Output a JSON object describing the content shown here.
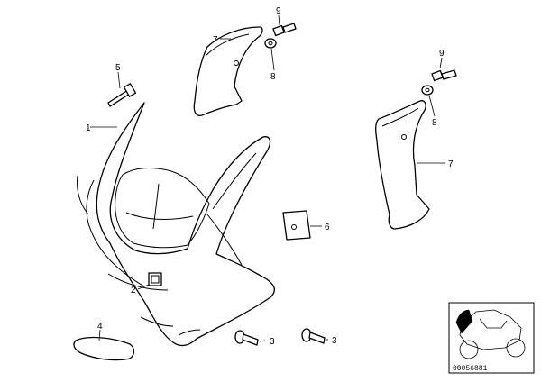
{
  "callouts": {
    "c1": "1",
    "c2": "2",
    "c3a": "3",
    "c3b": "3",
    "c4": "4",
    "c5": "5",
    "c6": "6",
    "c7a": "7",
    "c7b": "7",
    "c8a": "8",
    "c8b": "8",
    "c9a": "9",
    "c9b": "9"
  },
  "reference_code": "00056881"
}
